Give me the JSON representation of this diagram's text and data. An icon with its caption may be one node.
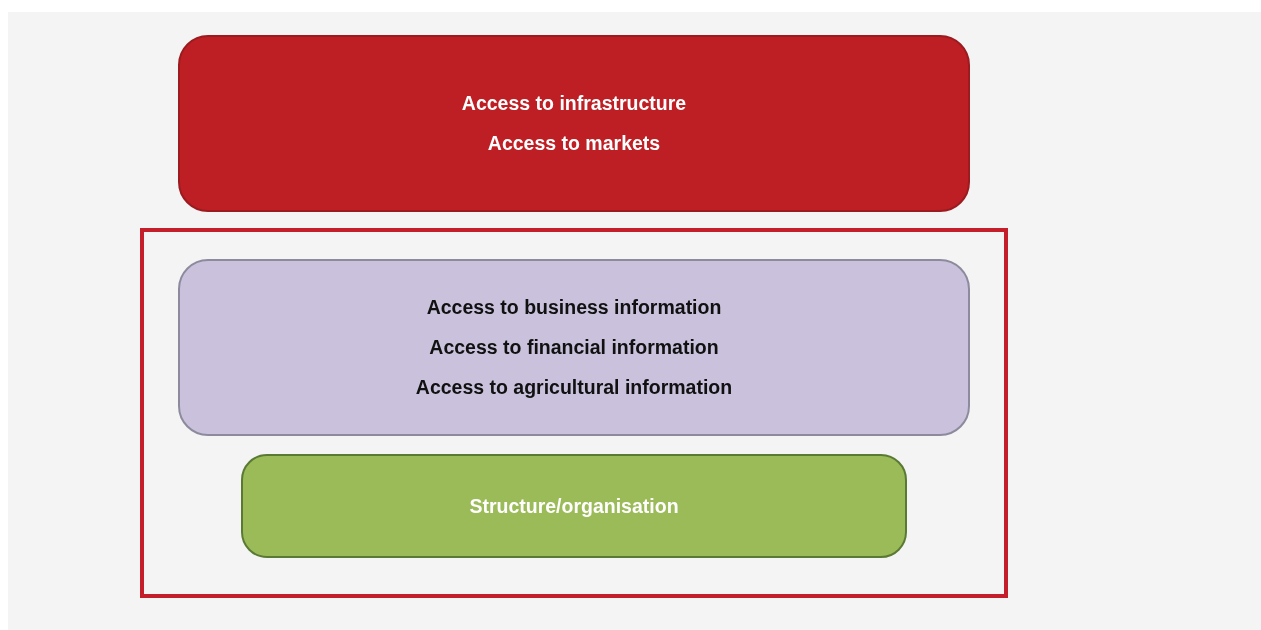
{
  "diagram": {
    "nodes": [
      {
        "text": [
          "Access to infrastructure",
          "Access to markets"
        ]
      },
      {
        "text": [],
        "shape": "box"
      },
      {
        "text": [
          "Access to business information",
          "Access to financial information",
          "Access to agricultural information"
        ],
        "in": 1
      },
      {
        "text": [
          "Structure/organisation"
        ],
        "in": 1
      }
    ]
  }
}
